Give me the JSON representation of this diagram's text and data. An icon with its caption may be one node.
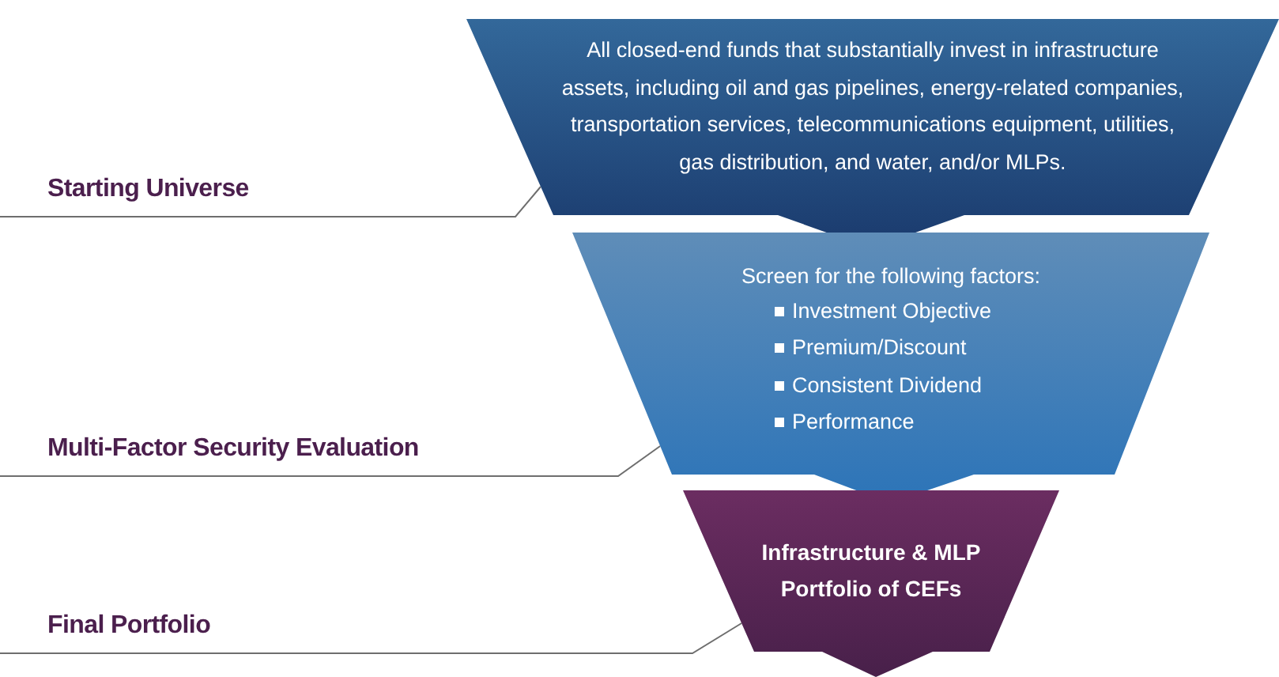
{
  "diagram": {
    "nodes": [
      {
        "text": [
          "All closed-end funds that substantially invest in infrastructure assets, including oil and gas pipelines, energy-related companies, transportation services, telecommunications equipment, utilities, gas distribution, and water, and/or MLPs."
        ]
      },
      {
        "text": [
          "Starting Universe"
        ]
      },
      {
        "text": [
          "Screen for the following factors:",
          "Investment Objective",
          "Premium/Discount",
          "Consistent Dividend",
          "Performance"
        ]
      },
      {
        "text": [
          "Multi-Factor Security Evaluation"
        ]
      },
      {
        "text": [
          "Infrastructure & MLP Portfolio of CEFs"
        ]
      },
      {
        "text": [
          "Final Portfolio"
        ]
      }
    ],
    "edges": [
      {
        "from": 1,
        "to": 0,
        "arrow": "none"
      },
      {
        "from": 3,
        "to": 2,
        "arrow": "none"
      },
      {
        "from": 5,
        "to": 4,
        "arrow": "none"
      }
    ]
  }
}
